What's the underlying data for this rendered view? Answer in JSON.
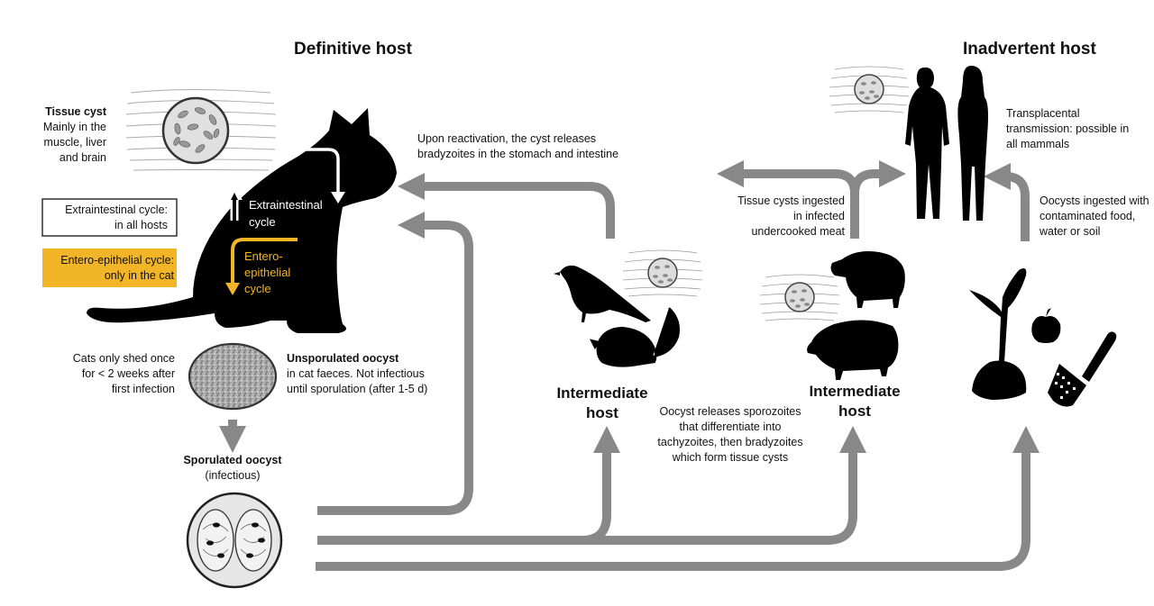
{
  "headers": {
    "definitive": "Definitive host",
    "inadvertent": "Inadvertent host"
  },
  "tissue_cyst": {
    "title": "Tissue cyst",
    "lines": [
      "Mainly in the",
      "muscle, liver",
      "and brain"
    ]
  },
  "legend": {
    "extraintestinal": [
      "Extraintestinal cycle:",
      "in all hosts"
    ],
    "entero": [
      "Entero-epithelial cycle:",
      "only in the cat"
    ]
  },
  "cat_labels": {
    "extraintestinal": [
      "Extraintestinal",
      "cycle"
    ],
    "entero": [
      "Entero-",
      "epithelial",
      "cycle"
    ]
  },
  "reactivation": [
    "Upon reactivation, the cyst releases",
    "bradyzoites in the stomach and intestine"
  ],
  "shed": [
    "Cats only shed once",
    "for < 2 weeks after",
    "first infection"
  ],
  "unsporulated": {
    "title": "Unsporulated oocyst",
    "lines": [
      "in cat faeces. Not infectious",
      "until sporulation (after 1-5 d)"
    ]
  },
  "sporulated": {
    "title": "Sporulated oocyst",
    "sub": "(infectious)"
  },
  "intermediate_1": [
    "Intermediate",
    "host"
  ],
  "intermediate_2": [
    "Intermediate",
    "host"
  ],
  "oocyst_release": [
    "Oocyst releases sporozoites",
    "that differentiate into",
    "tachyzoites, then bradyzoites",
    "which form tissue cysts"
  ],
  "tissue_ingested": [
    "Tissue cysts ingested",
    "in infected",
    "undercooked meat"
  ],
  "transplacental": [
    "Transplacental",
    "transmission: possible in",
    "all mammals"
  ],
  "oocysts_ingested": [
    "Oocysts ingested with",
    "contaminated food,",
    "water or soil"
  ],
  "colors": {
    "arrow": "#888888",
    "entero": "#F2B527",
    "silhouette": "#000000"
  }
}
